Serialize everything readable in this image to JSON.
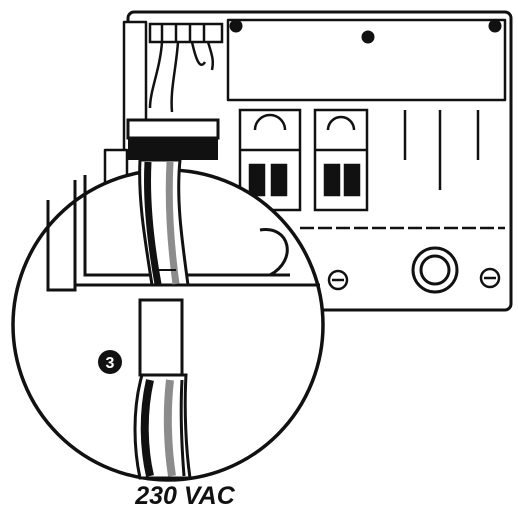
{
  "step": {
    "number": "3"
  },
  "caption": {
    "text": "230 VAC"
  },
  "colors": {
    "line": "#111111",
    "cable_grey": "#8c8c8c",
    "background": "#ffffff"
  },
  "icons": [
    "step-number-badge",
    "mounting-screw-icon",
    "cable-icon"
  ]
}
